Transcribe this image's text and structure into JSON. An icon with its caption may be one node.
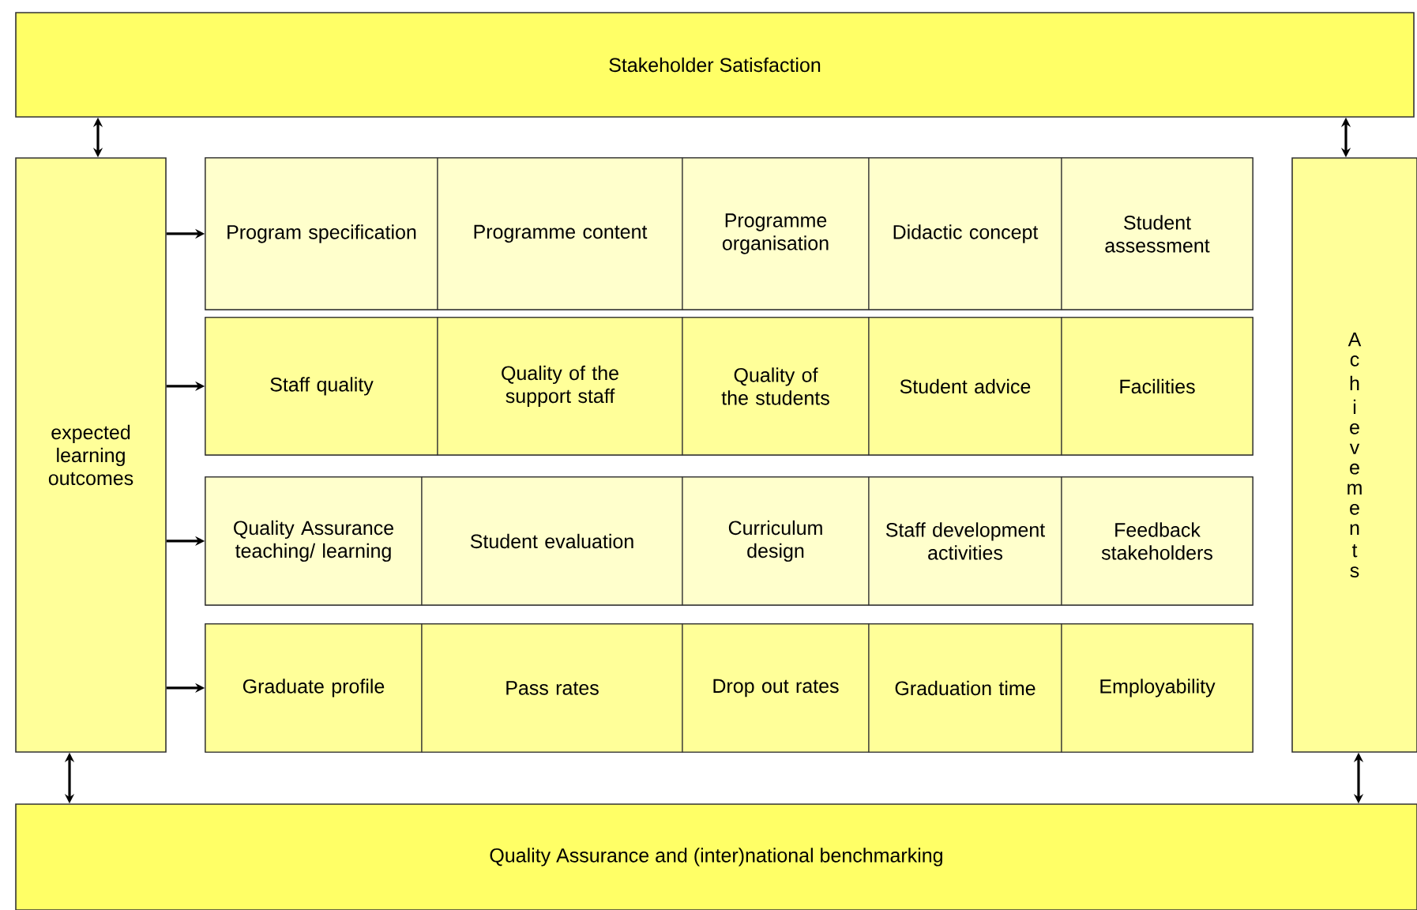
{
  "diagram": {
    "nodes": [
      {
        "text": [
          "Stakeholder Satisfaction"
        ]
      },
      {
        "text": [
          "expected learning outcomes"
        ]
      },
      {
        "text": [
          "Achievements"
        ]
      },
      {
        "text": [],
        "shape": "box"
      },
      {
        "text": [
          "Program specification"
        ],
        "in": 3
      },
      {
        "text": [
          "Programme content"
        ],
        "in": 3
      },
      {
        "text": [
          "Programme organisation"
        ],
        "in": 3
      },
      {
        "text": [
          "Didactic concept"
        ],
        "in": 3
      },
      {
        "text": [
          "Student assessment"
        ],
        "in": 3
      },
      {
        "text": [],
        "shape": "box"
      },
      {
        "text": [
          "Staff quality"
        ],
        "in": 9
      },
      {
        "text": [
          "Quality of the support staff"
        ],
        "in": 9
      },
      {
        "text": [
          "Quality of the students"
        ],
        "in": 9
      },
      {
        "text": [
          "Student advice"
        ],
        "in": 9
      },
      {
        "text": [
          "Facilities"
        ],
        "in": 9
      },
      {
        "text": [],
        "shape": "box"
      },
      {
        "text": [
          "Quality Assurance teaching/ learning"
        ],
        "in": 15
      },
      {
        "text": [
          "Student evaluation"
        ],
        "in": 15
      },
      {
        "text": [
          "Curriculum design"
        ],
        "in": 15
      },
      {
        "text": [
          "Staff development activities"
        ],
        "in": 15
      },
      {
        "text": [
          "Feedback stakeholders"
        ],
        "in": 15
      },
      {
        "text": [],
        "shape": "box"
      },
      {
        "text": [
          "Graduate profile"
        ],
        "in": 21
      },
      {
        "text": [
          "Pass rates"
        ],
        "in": 21
      },
      {
        "text": [
          "Drop out rates"
        ],
        "in": 21
      },
      {
        "text": [
          "Graduation time"
        ],
        "in": 21
      },
      {
        "text": [
          "Employability"
        ],
        "in": 21
      },
      {
        "text": [
          "Quality Assurance and (inter)national benchmarking"
        ]
      }
    ],
    "edges": [
      {
        "from": 0,
        "to": 1,
        "arrow": "both"
      },
      {
        "from": 0,
        "to": 2,
        "arrow": "both"
      },
      {
        "from": 1,
        "to": 3,
        "arrow": "to"
      },
      {
        "from": 1,
        "to": 9,
        "arrow": "to"
      },
      {
        "from": 1,
        "to": 15,
        "arrow": "to"
      },
      {
        "from": 1,
        "to": 21,
        "arrow": "to"
      },
      {
        "from": 1,
        "to": 27,
        "arrow": "both"
      },
      {
        "from": 2,
        "to": 27,
        "arrow": "both"
      }
    ]
  }
}
